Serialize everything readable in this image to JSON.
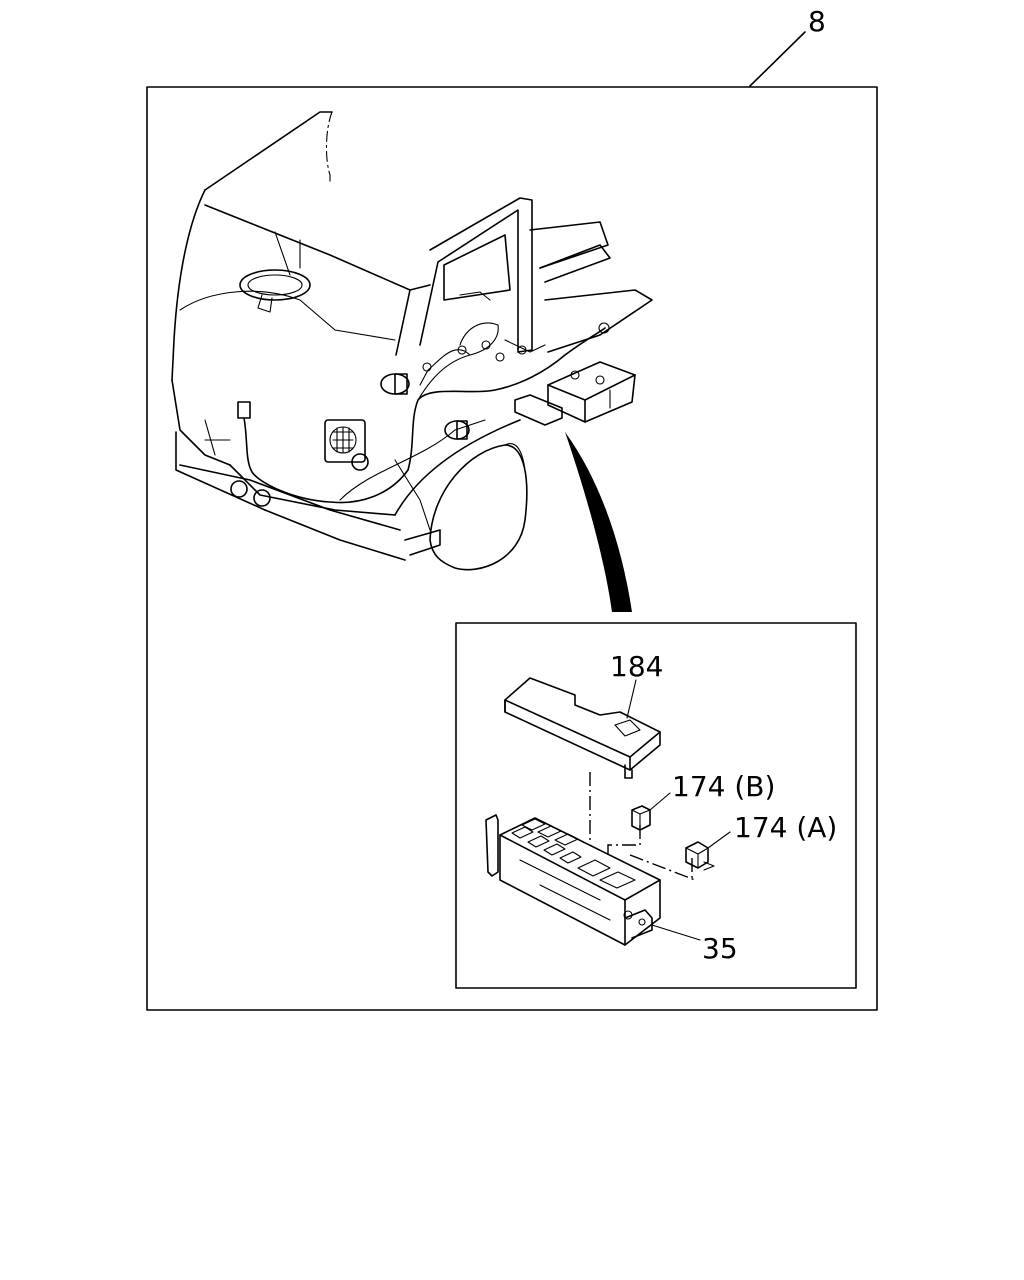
{
  "callouts": {
    "assembly": "8",
    "cover": "184",
    "relay_b": "174 (B)",
    "relay_a": "174 (A)",
    "relay_box": "35"
  }
}
